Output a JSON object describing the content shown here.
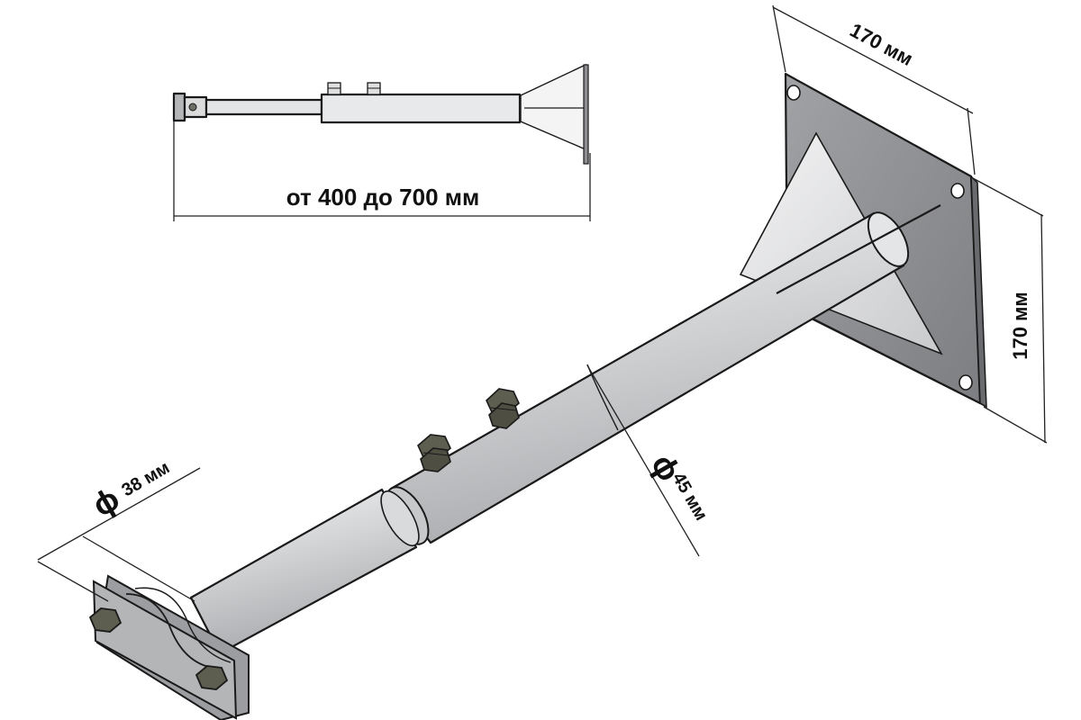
{
  "diagram": {
    "length_label": "от 400 до 700 мм",
    "plate_width_label": "170 мм",
    "plate_height_label": "170 мм",
    "inner_diameter_label": "38 мм",
    "outer_diameter_label": "45 мм",
    "diameter_symbol": "ϕ"
  },
  "colors": {
    "metal": "#d2d3d5",
    "metal_light": "#e9eaec",
    "metal_dark": "#9a9b9e",
    "plate": "#8e8f92",
    "bolt": "#5a5a4c",
    "outline": "#1a1a1a"
  },
  "icons": [
    "bolt-icon",
    "hex-nut-icon",
    "mounting-hole-icon"
  ]
}
